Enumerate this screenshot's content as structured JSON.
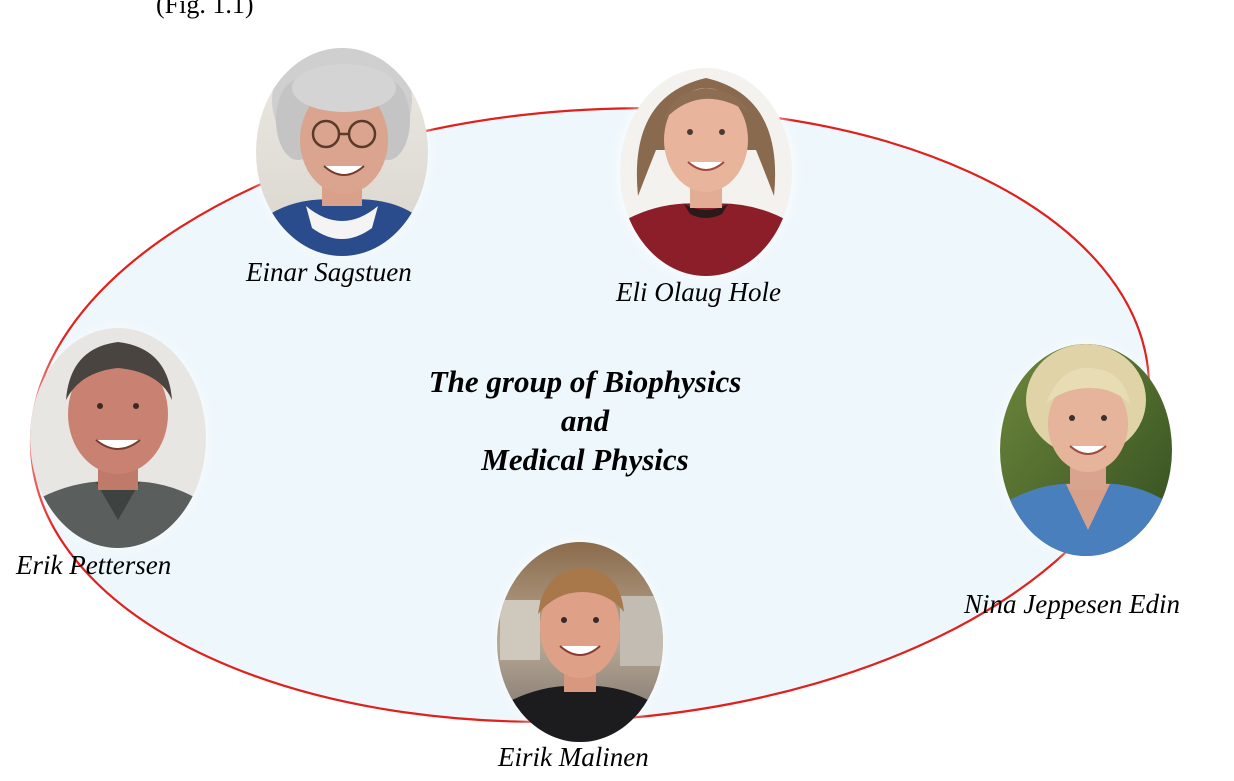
{
  "top_fragment": "(Fig. 1.1)",
  "title_lines": [
    "The group of Biophysics",
    "and",
    "Medical Physics"
  ],
  "colors": {
    "ring_stroke": "#e0201c",
    "ring_fill": "#eef7fc"
  },
  "people": [
    {
      "name": "Einar Sagstuen",
      "icon": "portrait-icon"
    },
    {
      "name": "Eli Olaug Hole",
      "icon": "portrait-icon"
    },
    {
      "name": "Erik Pettersen",
      "icon": "portrait-icon"
    },
    {
      "name": "Nina Jeppesen Edin",
      "icon": "portrait-icon"
    },
    {
      "name": "Eirik Malinen",
      "icon": "portrait-icon"
    }
  ]
}
